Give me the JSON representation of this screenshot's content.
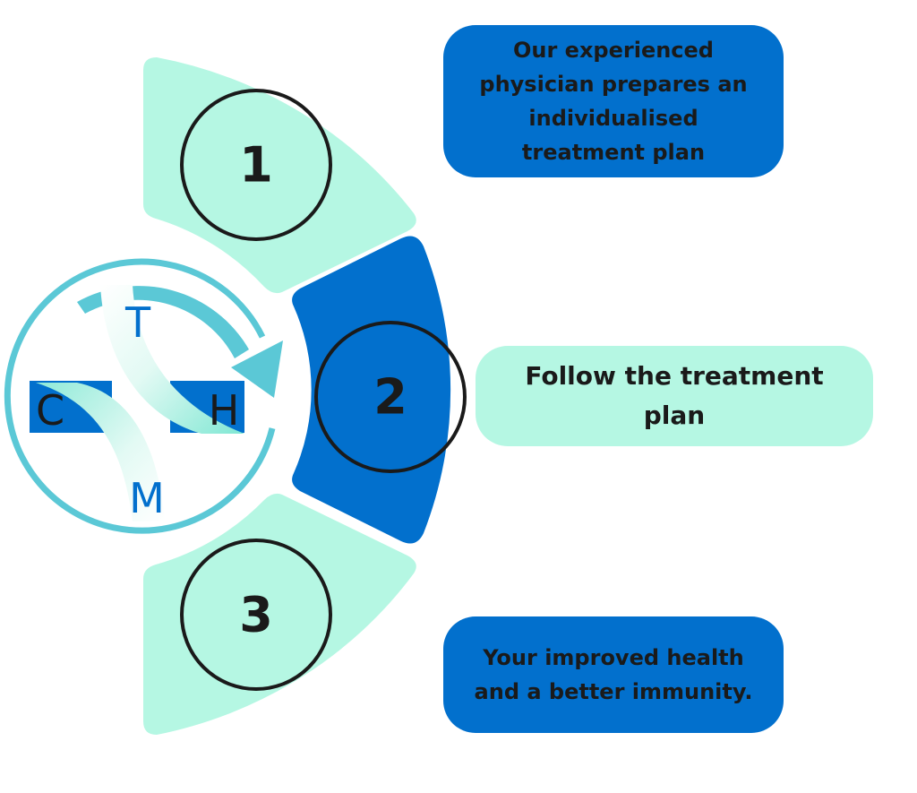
{
  "colors": {
    "mint": "#B5F7E3",
    "blue": "#0270CD",
    "teal": "#5BC8D6",
    "outline": "#1a1a1a"
  },
  "logo": {
    "letters": {
      "top": "T",
      "left": "C",
      "right": "H",
      "bottom": "M"
    }
  },
  "steps": [
    {
      "number": "1",
      "text": "Our experienced physician prepares an individualised treatment plan"
    },
    {
      "number": "2",
      "text": "Follow the treatment plan"
    },
    {
      "number": "3",
      "text": "Your improved health and a better immunity."
    }
  ]
}
